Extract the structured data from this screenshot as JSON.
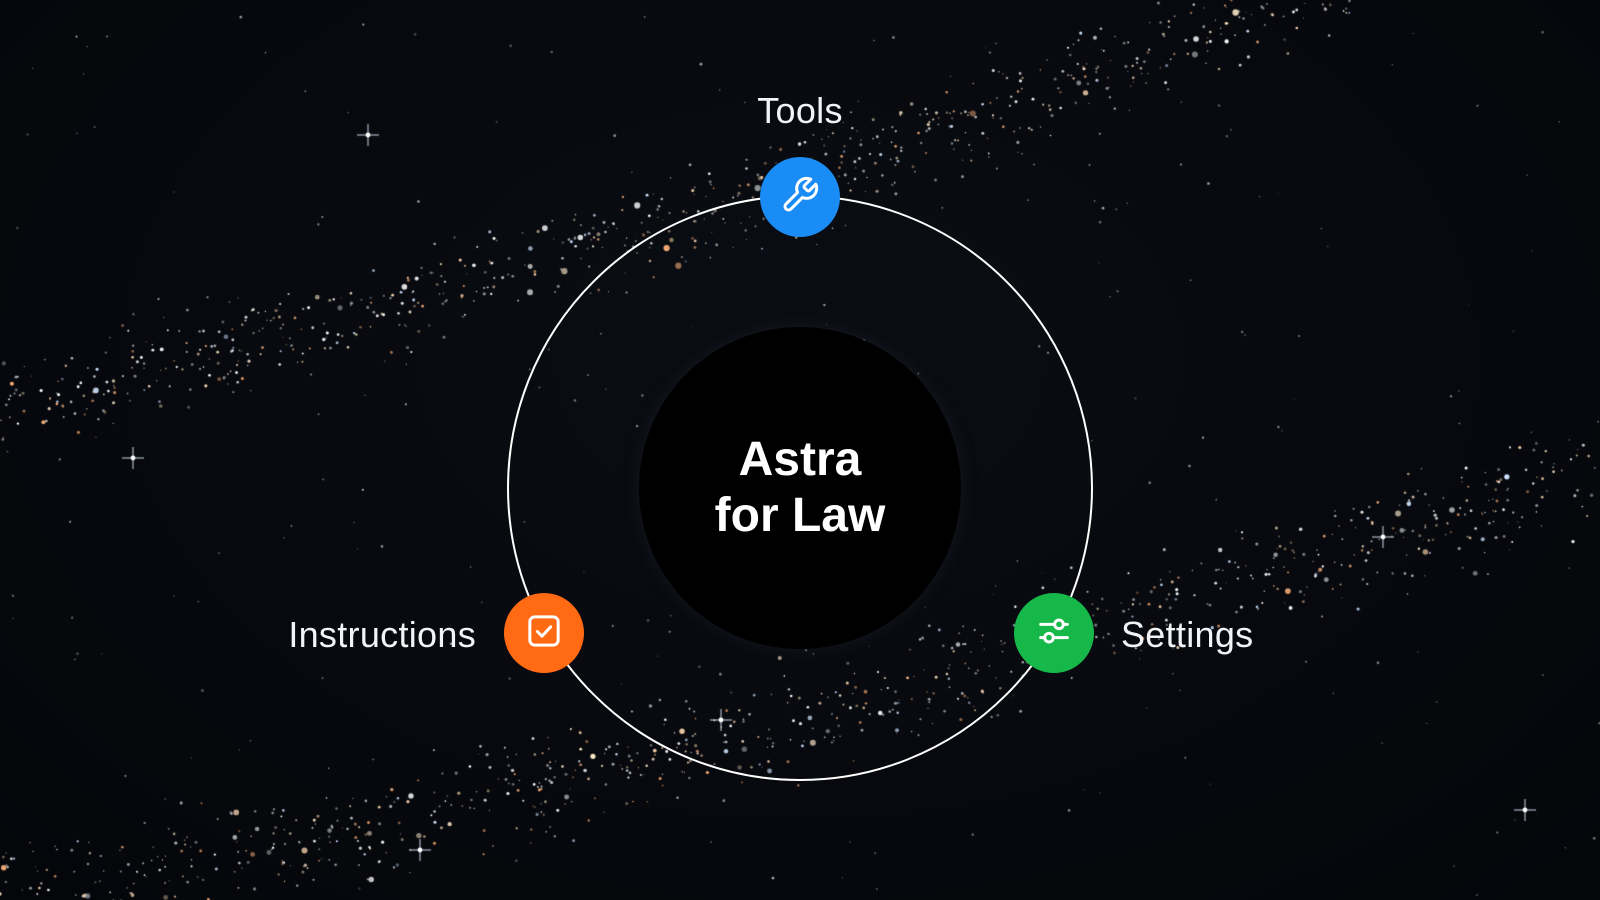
{
  "diagram": {
    "center": {
      "line1": "Astra",
      "line2": "for Law"
    },
    "nodes": [
      {
        "id": "tools",
        "label": "Tools",
        "icon": "wrench-icon",
        "color": "#1a8cf5"
      },
      {
        "id": "instructions",
        "label": "Instructions",
        "icon": "checkbox-icon",
        "color": "#ff6a13"
      },
      {
        "id": "settings",
        "label": "Settings",
        "icon": "sliders-icon",
        "color": "#16b84a"
      }
    ]
  },
  "colors": {
    "background": "#05070b",
    "orbit": "#ffffff",
    "core": "#000000"
  }
}
